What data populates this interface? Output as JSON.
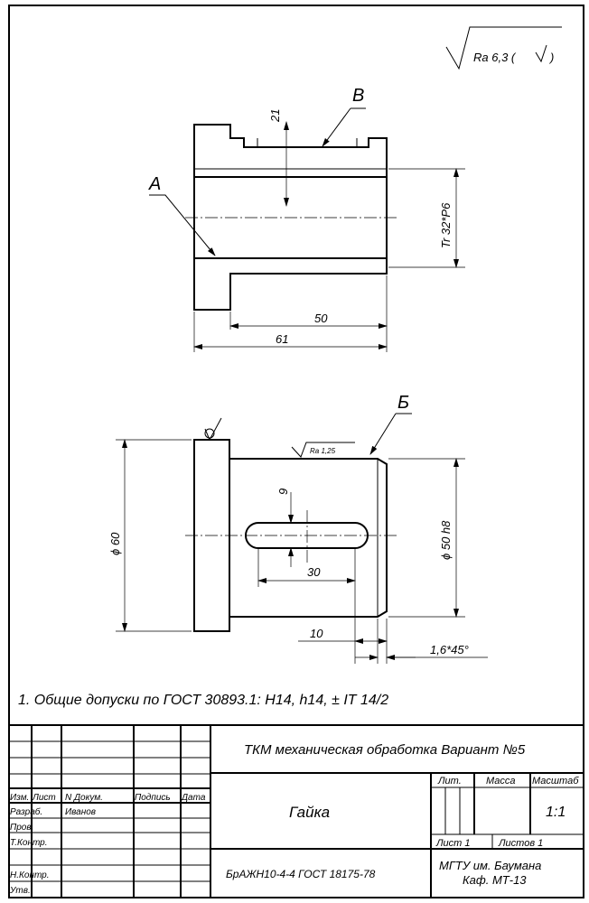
{
  "drawing": {
    "roughness_general": "Ra 6,3 (",
    "roughness_general_close": ")",
    "view_labels": {
      "b_top": "В",
      "a": "А",
      "b_bottom": "Б"
    },
    "dimensions": {
      "top_depth": "21",
      "thread": "Tr 32*P6",
      "len_50": "50",
      "len_61": "61",
      "dia_60": "ϕ 60",
      "dia_50": "ϕ 50 h8",
      "slot_width": "9",
      "slot_length": "30",
      "offset_10": "10",
      "chamfer": "1,6*45°",
      "local_roughness": "Ra 1,25"
    },
    "note": "1. Общие допуски по ГОСТ 30893.1:  Н14, h14, ± IT 14/2"
  },
  "title_block": {
    "doc_title": "ТКМ механическая обработка Вариант №5",
    "part_name": "Гайка",
    "material": "БрАЖН10-4-4 ГОСТ 18175-78",
    "org_line1": "МГТУ им. Баумана",
    "org_line2": "Каф. МТ-13",
    "headers": {
      "izm": "Изм.",
      "list": "Лист",
      "ndoc": "N Докум.",
      "sign": "Подпись",
      "date": "Дата"
    },
    "roles": {
      "razrab": "Разраб.",
      "prov": "Пров.",
      "tkontr": "Т.Контр.",
      "nkontr": "Н.Контр.",
      "utv": "Утв."
    },
    "developer": "Иванов",
    "lit": "Лит.",
    "mass": "Масса",
    "scale_label": "Масштаб",
    "scale": "1:1",
    "sheet": "Лист 1",
    "sheets": "Листов   1"
  }
}
